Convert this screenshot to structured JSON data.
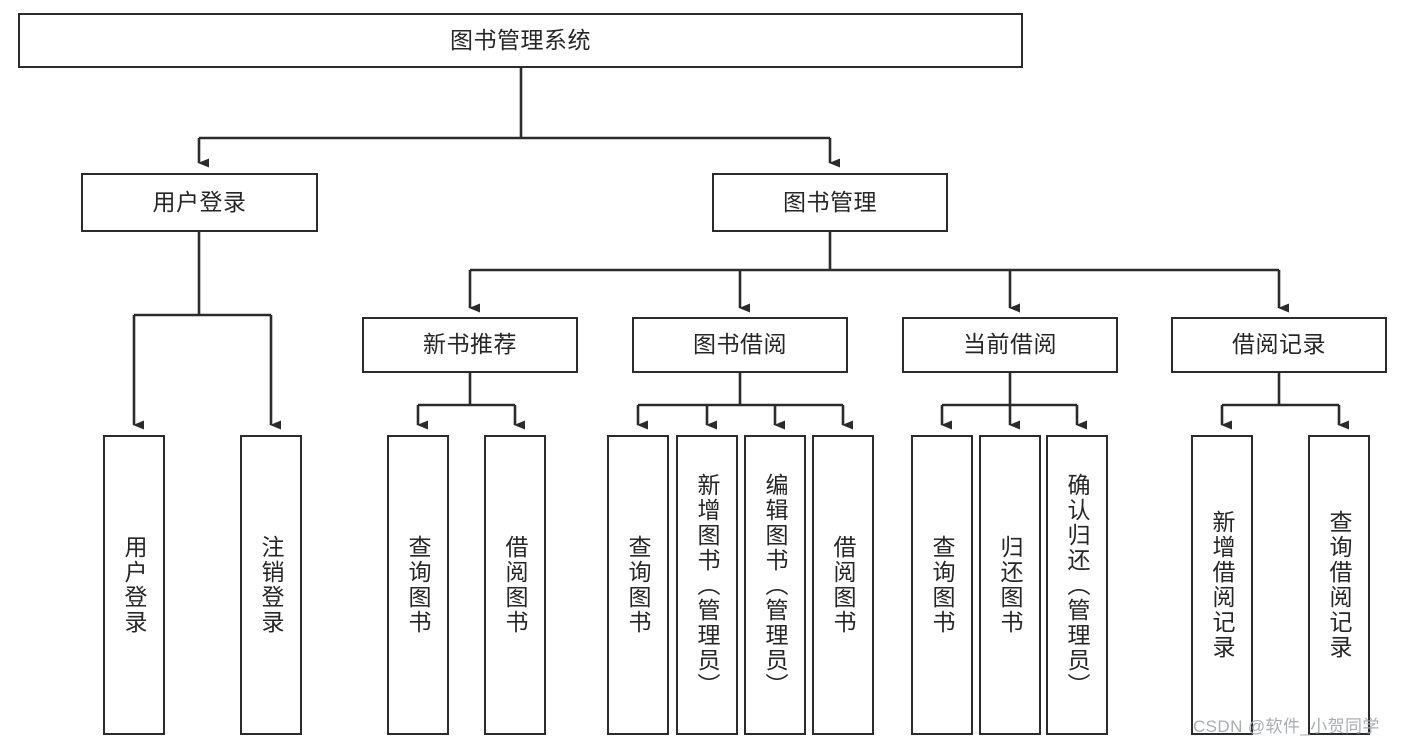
{
  "diagram": {
    "title": "图书管理系统",
    "type": "hierarchy-tree",
    "watermark": "CSDN @软件_小贺同学",
    "colors": {
      "box_border": "#2b2b2b",
      "box_fill": "#ffffff",
      "connector": "#2b2b2b",
      "text": "#262626",
      "watermark": "#a9adb2",
      "background": "#ffffff"
    },
    "nodes": {
      "root": {
        "label": "图书管理系统"
      },
      "level1": [
        {
          "label": "用户登录"
        },
        {
          "label": "图书管理"
        }
      ],
      "level2": [
        {
          "label": "新书推荐"
        },
        {
          "label": "图书借阅"
        },
        {
          "label": "当前借阅"
        },
        {
          "label": "借阅记录"
        }
      ],
      "leaves": {
        "user_login": [
          {
            "label": "用户登录"
          },
          {
            "label": "注销登录"
          }
        ],
        "new_book_recommend": [
          {
            "label": "查询图书"
          },
          {
            "label": "借阅图书"
          }
        ],
        "book_borrow": [
          {
            "label": "查询图书"
          },
          {
            "label": "新增图书（管理员）"
          },
          {
            "label": "编辑图书（管理员）"
          },
          {
            "label": "借阅图书"
          }
        ],
        "current_borrow": [
          {
            "label": "查询图书"
          },
          {
            "label": "归还图书"
          },
          {
            "label": "确认归还（管理员）"
          }
        ],
        "borrow_record": [
          {
            "label": "新增借阅记录"
          },
          {
            "label": "查询借阅记录"
          }
        ]
      }
    }
  }
}
